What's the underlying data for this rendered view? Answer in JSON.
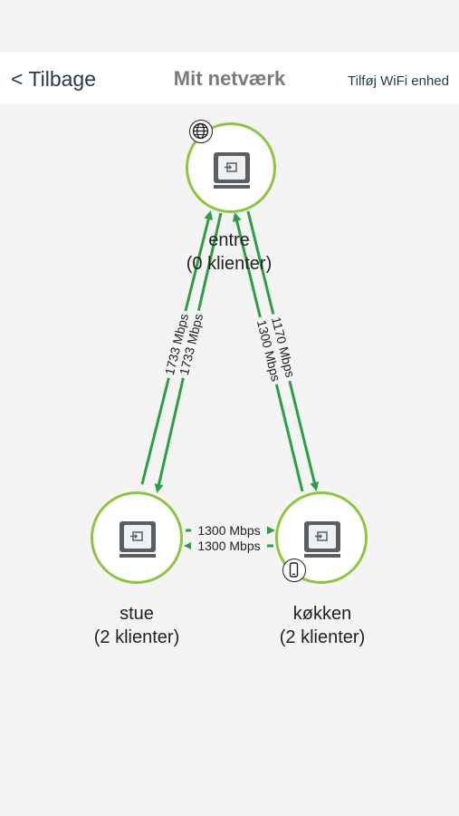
{
  "navbar": {
    "back_label": "< Tilbage",
    "title": "Mit netværk",
    "action_label": "Tilføj WiFi enhed"
  },
  "nodes": {
    "entre": {
      "name": "entre",
      "clients": "(0 klienter)"
    },
    "stue": {
      "name": "stue",
      "clients": "(2 klienter)"
    },
    "kokken": {
      "name": "køkken",
      "clients": "(2 klienter)"
    }
  },
  "links": {
    "entre_stue": {
      "up": "1733 Mbps",
      "down": "1733 Mbps"
    },
    "entre_kokken": {
      "up": "1170 Mbps",
      "down": "1300 Mbps"
    },
    "stue_kokken": {
      "top": "1300 Mbps",
      "bottom": "1300 Mbps"
    }
  },
  "colors": {
    "link": "#2e9e45",
    "node_ring": "#8cc63f",
    "nav_text": "#1f3b4d",
    "title_text": "#7a7a7a"
  },
  "icons": {
    "entre_badge": "globe-icon",
    "kokken_badge": "phone-icon",
    "device": "router-device-icon"
  }
}
